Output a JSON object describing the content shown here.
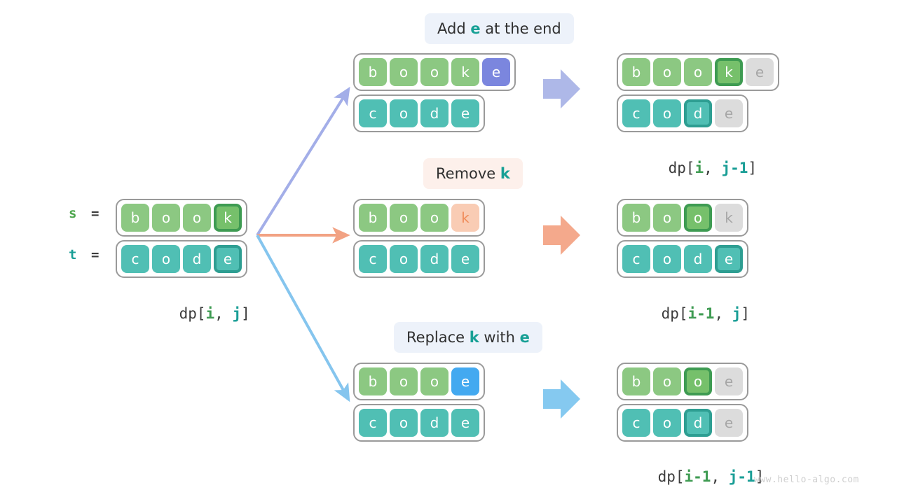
{
  "watermark": "www.hello-algo.com",
  "source": {
    "label_s": "s",
    "label_t": "t",
    "equals": "=",
    "s_cells": [
      {
        "ch": "b",
        "style": "green"
      },
      {
        "ch": "o",
        "style": "green"
      },
      {
        "ch": "o",
        "style": "green"
      },
      {
        "ch": "k",
        "style": "green-highlight"
      }
    ],
    "t_cells": [
      {
        "ch": "c",
        "style": "teal"
      },
      {
        "ch": "o",
        "style": "teal"
      },
      {
        "ch": "d",
        "style": "teal"
      },
      {
        "ch": "e",
        "style": "teal-highlight"
      }
    ],
    "dp": {
      "prefix": "dp[",
      "i": "i",
      "sep": ", ",
      "j": "j",
      "suffix": "]"
    }
  },
  "branches": [
    {
      "id": "insert",
      "pill": {
        "before": "Add ",
        "code": "e",
        "after": " at the end",
        "style": "pill-blue"
      },
      "thin_arrow_color": "#A3AEE8",
      "block_arrow_color": "#AEB8E8",
      "before": {
        "s_cells": [
          {
            "ch": "b",
            "style": "green"
          },
          {
            "ch": "o",
            "style": "green"
          },
          {
            "ch": "o",
            "style": "green"
          },
          {
            "ch": "k",
            "style": "green"
          },
          {
            "ch": "e",
            "style": "purple"
          }
        ],
        "t_cells": [
          {
            "ch": "c",
            "style": "teal"
          },
          {
            "ch": "o",
            "style": "teal"
          },
          {
            "ch": "d",
            "style": "teal"
          },
          {
            "ch": "e",
            "style": "teal"
          }
        ]
      },
      "after": {
        "s_cells": [
          {
            "ch": "b",
            "style": "green"
          },
          {
            "ch": "o",
            "style": "green"
          },
          {
            "ch": "o",
            "style": "green"
          },
          {
            "ch": "k",
            "style": "green-highlight"
          },
          {
            "ch": "e",
            "style": "gray"
          }
        ],
        "t_cells": [
          {
            "ch": "c",
            "style": "teal"
          },
          {
            "ch": "o",
            "style": "teal"
          },
          {
            "ch": "d",
            "style": "teal-highlight"
          },
          {
            "ch": "e",
            "style": "gray"
          }
        ],
        "dp": {
          "prefix": "dp[",
          "i": "i",
          "sep": ", ",
          "j": "j-1",
          "suffix": "]"
        }
      }
    },
    {
      "id": "delete",
      "pill": {
        "before": "Remove ",
        "code": "k",
        "after": "",
        "style": "pill-peach"
      },
      "thin_arrow_color": "#F2A283",
      "block_arrow_color": "#F4A98C",
      "before": {
        "s_cells": [
          {
            "ch": "b",
            "style": "green"
          },
          {
            "ch": "o",
            "style": "green"
          },
          {
            "ch": "o",
            "style": "green"
          },
          {
            "ch": "k",
            "style": "peach"
          }
        ],
        "t_cells": [
          {
            "ch": "c",
            "style": "teal"
          },
          {
            "ch": "o",
            "style": "teal"
          },
          {
            "ch": "d",
            "style": "teal"
          },
          {
            "ch": "e",
            "style": "teal"
          }
        ]
      },
      "after": {
        "s_cells": [
          {
            "ch": "b",
            "style": "green"
          },
          {
            "ch": "o",
            "style": "green"
          },
          {
            "ch": "o",
            "style": "green-highlight"
          },
          {
            "ch": "k",
            "style": "gray"
          }
        ],
        "t_cells": [
          {
            "ch": "c",
            "style": "teal"
          },
          {
            "ch": "o",
            "style": "teal"
          },
          {
            "ch": "d",
            "style": "teal"
          },
          {
            "ch": "e",
            "style": "teal-highlight"
          }
        ],
        "dp": {
          "prefix": "dp[",
          "i": "i-1",
          "sep": ", ",
          "j": "j",
          "suffix": "]"
        }
      }
    },
    {
      "id": "replace",
      "pill": {
        "before": "Replace ",
        "code": "k",
        "middle": " with ",
        "code2": "e",
        "after": "",
        "style": "pill-blue"
      },
      "thin_arrow_color": "#85C5EE",
      "block_arrow_color": "#85C9F0",
      "before": {
        "s_cells": [
          {
            "ch": "b",
            "style": "green"
          },
          {
            "ch": "o",
            "style": "green"
          },
          {
            "ch": "o",
            "style": "green"
          },
          {
            "ch": "e",
            "style": "blue"
          }
        ],
        "t_cells": [
          {
            "ch": "c",
            "style": "teal"
          },
          {
            "ch": "o",
            "style": "teal"
          },
          {
            "ch": "d",
            "style": "teal"
          },
          {
            "ch": "e",
            "style": "teal"
          }
        ]
      },
      "after": {
        "s_cells": [
          {
            "ch": "b",
            "style": "green"
          },
          {
            "ch": "o",
            "style": "green"
          },
          {
            "ch": "o",
            "style": "green-highlight"
          },
          {
            "ch": "e",
            "style": "gray"
          }
        ],
        "t_cells": [
          {
            "ch": "c",
            "style": "teal"
          },
          {
            "ch": "o",
            "style": "teal"
          },
          {
            "ch": "d",
            "style": "teal-highlight"
          },
          {
            "ch": "e",
            "style": "gray"
          }
        ],
        "dp": {
          "prefix": "dp[",
          "i": "i-1",
          "sep": ", ",
          "j": "j-1",
          "suffix": "]"
        }
      }
    }
  ],
  "colors": {
    "green": "#8CC882",
    "green_dark": "#3E9B52",
    "teal": "#50BFB4",
    "teal_dark": "#2E9E92",
    "gray": "#DCDCDC",
    "peach": "#F9CCB4",
    "purple": "#7B86DE",
    "blue": "#43A9F0",
    "arrow_purple": "#A3AEE8",
    "arrow_peach": "#F2A283",
    "arrow_blue": "#85C5EE"
  }
}
